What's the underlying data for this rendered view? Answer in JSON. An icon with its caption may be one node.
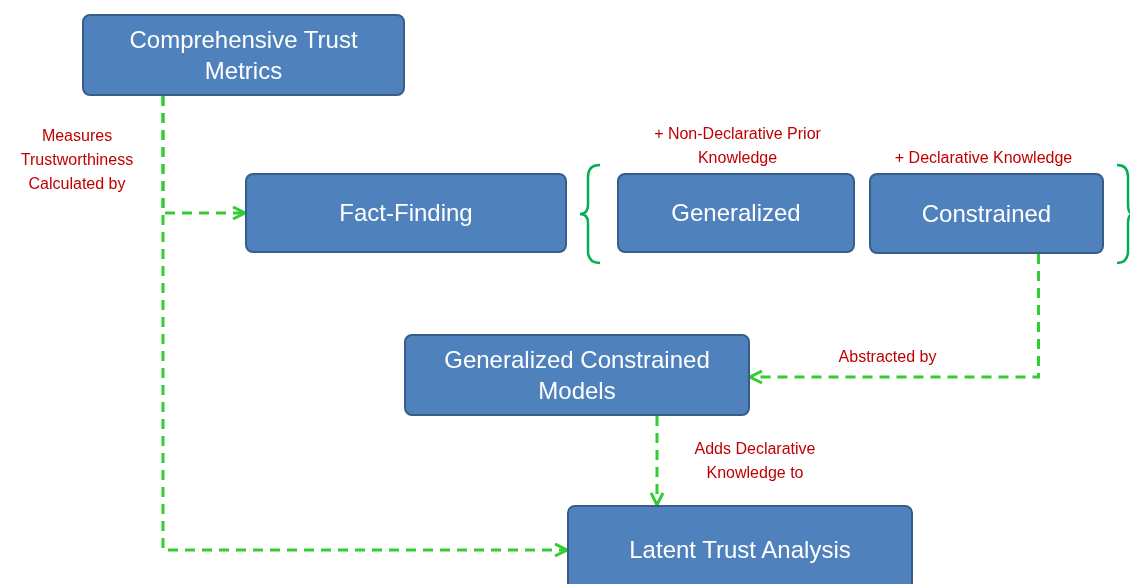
{
  "diagram": {
    "nodes": [
      {
        "text": [
          "Comprehensive Trust Metrics"
        ]
      },
      {
        "text": [
          "Fact-Finding"
        ]
      },
      {
        "text": [
          "Generalized"
        ],
        "beside": [
          "+ Non-Declarative Prior Knowledge"
        ]
      },
      {
        "text": [
          "Constrained"
        ],
        "beside": [
          "+ Declarative Knowledge"
        ]
      },
      {
        "text": [
          "Generalized Constrained Models"
        ]
      },
      {
        "text": [
          "Latent Trust Analysis"
        ]
      }
    ],
    "edges": [
      {
        "from": 0,
        "to": 1,
        "arrow": "to",
        "style": "dashed",
        "label": "Measures Trustworthiness Calculated by"
      },
      {
        "from": 0,
        "to": 5,
        "arrow": "to",
        "style": "dashed"
      },
      {
        "from": 3,
        "to": 4,
        "arrow": "to",
        "style": "dashed",
        "label": "Abstracted by"
      },
      {
        "from": 4,
        "to": 5,
        "arrow": "to",
        "style": "dashed",
        "label": "Adds Declarative Knowledge to"
      }
    ]
  }
}
